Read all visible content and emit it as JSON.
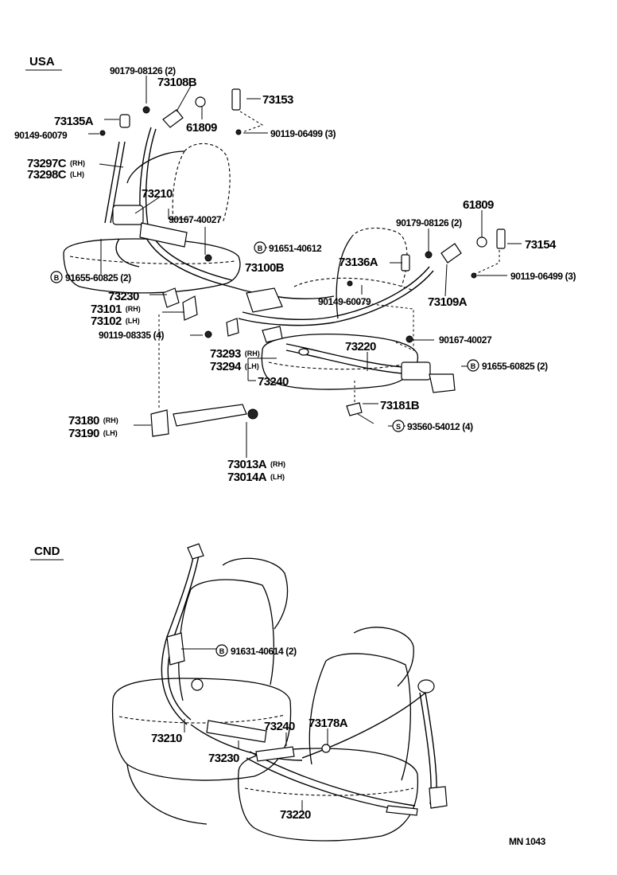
{
  "sections": {
    "usa": "USA",
    "cnd": "CND"
  },
  "footer": "MN  1043",
  "usa_labels": [
    {
      "text": "90179-08126 (2)"
    },
    {
      "text": "73108B"
    },
    {
      "text": "73153"
    },
    {
      "text": "73135A"
    },
    {
      "text": "90149-60079"
    },
    {
      "text": "61809"
    },
    {
      "text": "90119-06499 (3)"
    },
    {
      "text": "73297C",
      "side": "(RH)"
    },
    {
      "text": "73298C",
      "side": "(LH)"
    },
    {
      "text": "73210"
    },
    {
      "text": "90167-40027"
    },
    {
      "text": "91651-40612",
      "badge": "B"
    },
    {
      "text": "91655-60825 (2)",
      "badge": "B"
    },
    {
      "text": "73100B"
    },
    {
      "text": "73230"
    },
    {
      "text": "73101",
      "side": "(RH)"
    },
    {
      "text": "73102",
      "side": "(LH)"
    },
    {
      "text": "90119-08335 (4)"
    },
    {
      "text": "61809"
    },
    {
      "text": "90179-08126 (2)"
    },
    {
      "text": "73154"
    },
    {
      "text": "73136A"
    },
    {
      "text": "90119-06499 (3)"
    },
    {
      "text": "90149-60079"
    },
    {
      "text": "73109A"
    },
    {
      "text": "90167-40027"
    },
    {
      "text": "73220"
    },
    {
      "text": "73293",
      "side": "(RH)"
    },
    {
      "text": "73294",
      "side": "(LH)"
    },
    {
      "text": "91655-60825 (2)",
      "badge": "B"
    },
    {
      "text": "73240"
    },
    {
      "text": "73181B"
    },
    {
      "text": "93560-54012 (4)",
      "badge": "S"
    },
    {
      "text": "73180",
      "side": "(RH)"
    },
    {
      "text": "73190",
      "side": "(LH)"
    },
    {
      "text": "73013A",
      "side": "(RH)"
    },
    {
      "text": "73014A",
      "side": "(LH)"
    }
  ],
  "cnd_labels": [
    {
      "text": "91631-40614 (2)",
      "badge": "B"
    },
    {
      "text": "73240"
    },
    {
      "text": "73178A"
    },
    {
      "text": "73210"
    },
    {
      "text": "73230"
    },
    {
      "text": "73220"
    }
  ]
}
